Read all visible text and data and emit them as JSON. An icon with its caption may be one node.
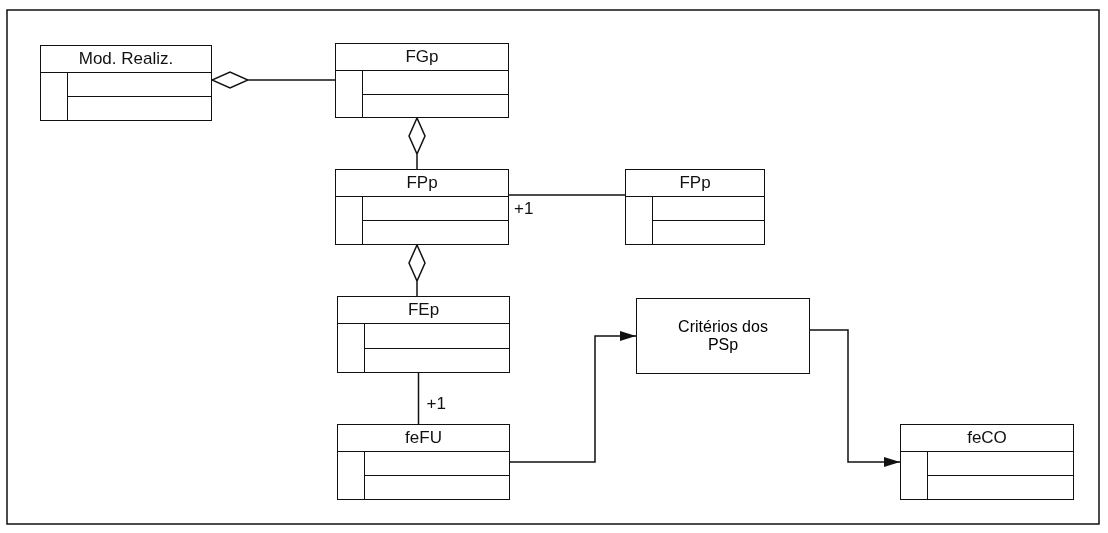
{
  "diagram": {
    "nodes": [
      {
        "text": [
          "Mod. Realiz."
        ]
      },
      {
        "text": [
          "FGp"
        ]
      },
      {
        "text": [
          "FPp"
        ]
      },
      {
        "text": [
          "FPp"
        ]
      },
      {
        "text": [
          "FEp"
        ]
      },
      {
        "text": [
          "Critérios dos PSp"
        ]
      },
      {
        "text": [
          "feFU"
        ]
      },
      {
        "text": [
          "feCO"
        ]
      }
    ],
    "edges": [
      {
        "from": 0,
        "to": 1,
        "arrow": "other"
      },
      {
        "from": 1,
        "to": 2,
        "arrow": "other"
      },
      {
        "from": 2,
        "to": 3,
        "arrow": "none",
        "label": "+1"
      },
      {
        "from": 2,
        "to": 4,
        "arrow": "other"
      },
      {
        "from": 4,
        "to": 6,
        "arrow": "none",
        "label": "+1"
      },
      {
        "from": 6,
        "to": 5,
        "arrow": "to"
      },
      {
        "from": 5,
        "to": 7,
        "arrow": "to"
      }
    ]
  }
}
